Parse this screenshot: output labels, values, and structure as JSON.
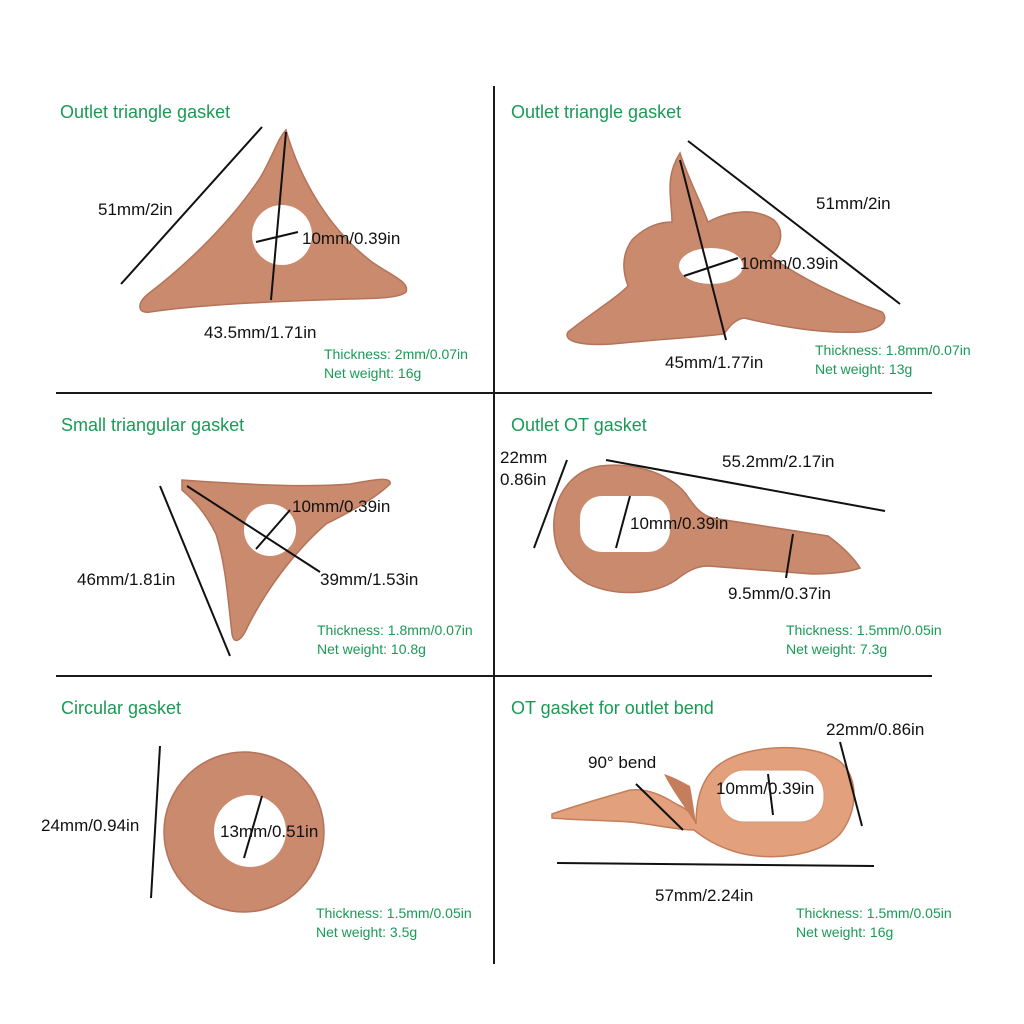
{
  "colors": {
    "title": "#1a9a55",
    "spec": "#1a9a55",
    "dimension": "#111111",
    "copper": "#c98a6e",
    "copper_dark": "#b5735a",
    "copper_bright": "#e8a27a"
  },
  "panels": [
    {
      "title": "Outlet triangle gasket",
      "dims": [
        "51mm/2in",
        "10mm/0.39in",
        "43.5mm/1.71in"
      ],
      "spec": {
        "thickness": "Thickness: 2mm/0.07in",
        "weight": "Net weight: 16g"
      }
    },
    {
      "title": "Outlet triangle gasket",
      "dims": [
        "51mm/2in",
        "10mm/0.39in",
        "45mm/1.77in"
      ],
      "spec": {
        "thickness": "Thickness: 1.8mm/0.07in",
        "weight": "Net weight: 13g"
      }
    },
    {
      "title": "Small triangular gasket",
      "dims": [
        "10mm/0.39in",
        "39mm/1.53in",
        "46mm/1.81in"
      ],
      "spec": {
        "thickness": "Thickness: 1.8mm/0.07in",
        "weight": "Net weight: 10.8g"
      }
    },
    {
      "title": "Outlet OT gasket",
      "dims": [
        "22mm",
        "0.86in",
        "55.2mm/2.17in",
        "10mm/0.39in",
        "9.5mm/0.37in"
      ],
      "spec": {
        "thickness": "Thickness: 1.5mm/0.05in",
        "weight": "Net weight: 7.3g"
      }
    },
    {
      "title": "Circular gasket",
      "dims": [
        "24mm/0.94in",
        "13mm/0.51in"
      ],
      "spec": {
        "thickness": "Thickness: 1.5mm/0.05in",
        "weight": "Net weight: 3.5g"
      }
    },
    {
      "title": "OT gasket for outlet bend",
      "dims": [
        "22mm/0.86in",
        "90° bend",
        "10mm/0.39in",
        "57mm/2.24in"
      ],
      "spec": {
        "thickness": "Thickness: 1.5mm/0.05in",
        "weight": "Net weight: 16g"
      }
    }
  ]
}
